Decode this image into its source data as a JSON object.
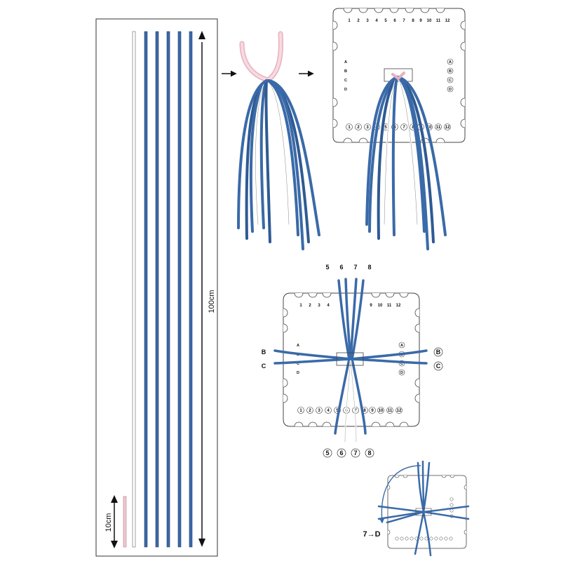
{
  "measure_long": "100cm",
  "measure_short": "10cm",
  "top_numbers": [
    "1",
    "2",
    "3",
    "4",
    "5",
    "6",
    "7",
    "8",
    "9",
    "10",
    "11",
    "12"
  ],
  "side_letters": [
    "A",
    "B",
    "C",
    "D"
  ],
  "cord_numbers_top": [
    "5",
    "6",
    "7",
    "8"
  ],
  "cord_numbers_bottom": [
    "5",
    "6",
    "7",
    "8"
  ],
  "cord_letters_left": [
    "B",
    "C"
  ],
  "cord_letters_right": [
    "B",
    "C"
  ],
  "step_label": "7→D",
  "colors": {
    "cord_blue": "#3a6aa8",
    "cord_white": "#ffffff",
    "cord_pink": "#f0c8d0",
    "outline": "#444444"
  },
  "icons": [
    "arrow-right-icon",
    "arrow-right-icon",
    "rotate-arrow-icon"
  ]
}
